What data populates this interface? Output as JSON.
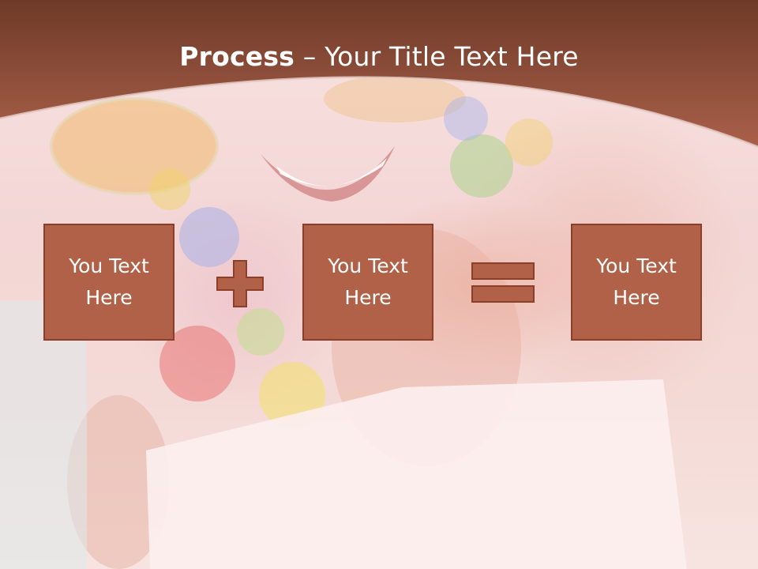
{
  "slide": {
    "title_bold": "Process",
    "title_rest": " – Your Title Text Here",
    "boxes": [
      {
        "text": "You Text\nHere"
      },
      {
        "text": "You Text\nHere"
      },
      {
        "text": "You Text\nHere"
      }
    ],
    "operators": [
      "plus-icon",
      "equals-icon"
    ],
    "colors": {
      "banner_dark": "#6e3a28",
      "banner_light": "#a9604a",
      "box_fill": "#b06148",
      "box_border": "#8a3f2b"
    }
  }
}
